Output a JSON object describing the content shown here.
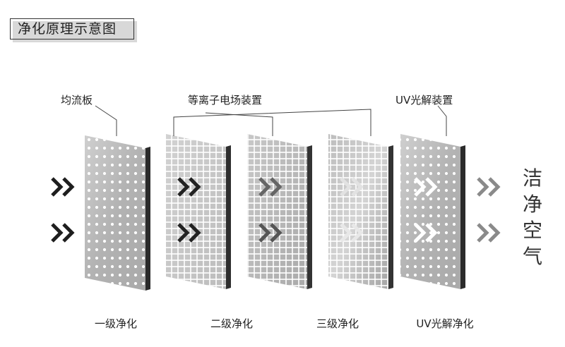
{
  "title": "净化原理示意图",
  "labels": {
    "flow_plate": "均流板",
    "plasma": "等离子电场装置",
    "uv": "UV光解装置"
  },
  "stages": [
    {
      "label": "一级净化"
    },
    {
      "label": "二级净化"
    },
    {
      "label": "三级净化"
    },
    {
      "label": "UV光解净化"
    }
  ],
  "clean_air": [
    "洁",
    "净",
    "空",
    "气"
  ],
  "icons": {
    "arrow": "double-chevron-right-icon"
  },
  "colors": {
    "panel_perforated": "#b9b9b9",
    "panel_grid": "#c4c4c4",
    "panel_edge": "#2b2b2b",
    "arrow_dark": "#1e1e1e",
    "arrow_light": "#8a8a8a"
  }
}
